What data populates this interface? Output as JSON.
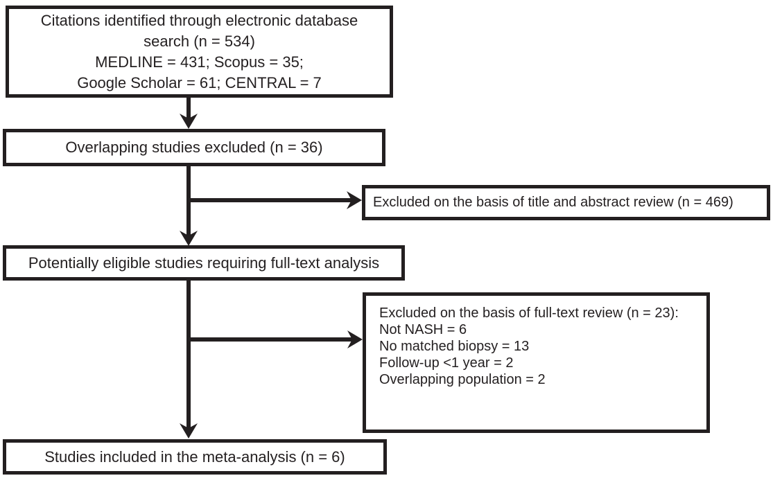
{
  "diagram": {
    "ink_color": "#231f20",
    "background_color": "#ffffff",
    "nodes": {
      "citations": {
        "text": "Citations identified through electronic database\nsearch (n = 534)\nMEDLINE = 431; Scopus = 35;\nGoogle Scholar = 61; CENTRAL = 7"
      },
      "overlapping_excluded": {
        "text": "Overlapping studies excluded (n = 36)"
      },
      "title_abstract_excluded": {
        "text": "Excluded on the basis of title and abstract review (n = 469)"
      },
      "potentially_eligible": {
        "text": "Potentially eligible studies requiring full-text analysis"
      },
      "fulltext_excluded": {
        "text": "Excluded on the basis of full-text review (n = 23):\nNot NASH = 6\nNo matched biopsy = 13\nFollow-up <1 year = 2\nOverlapping population = 2"
      },
      "included": {
        "text": "Studies included in the meta-analysis (n = 6)"
      }
    }
  }
}
